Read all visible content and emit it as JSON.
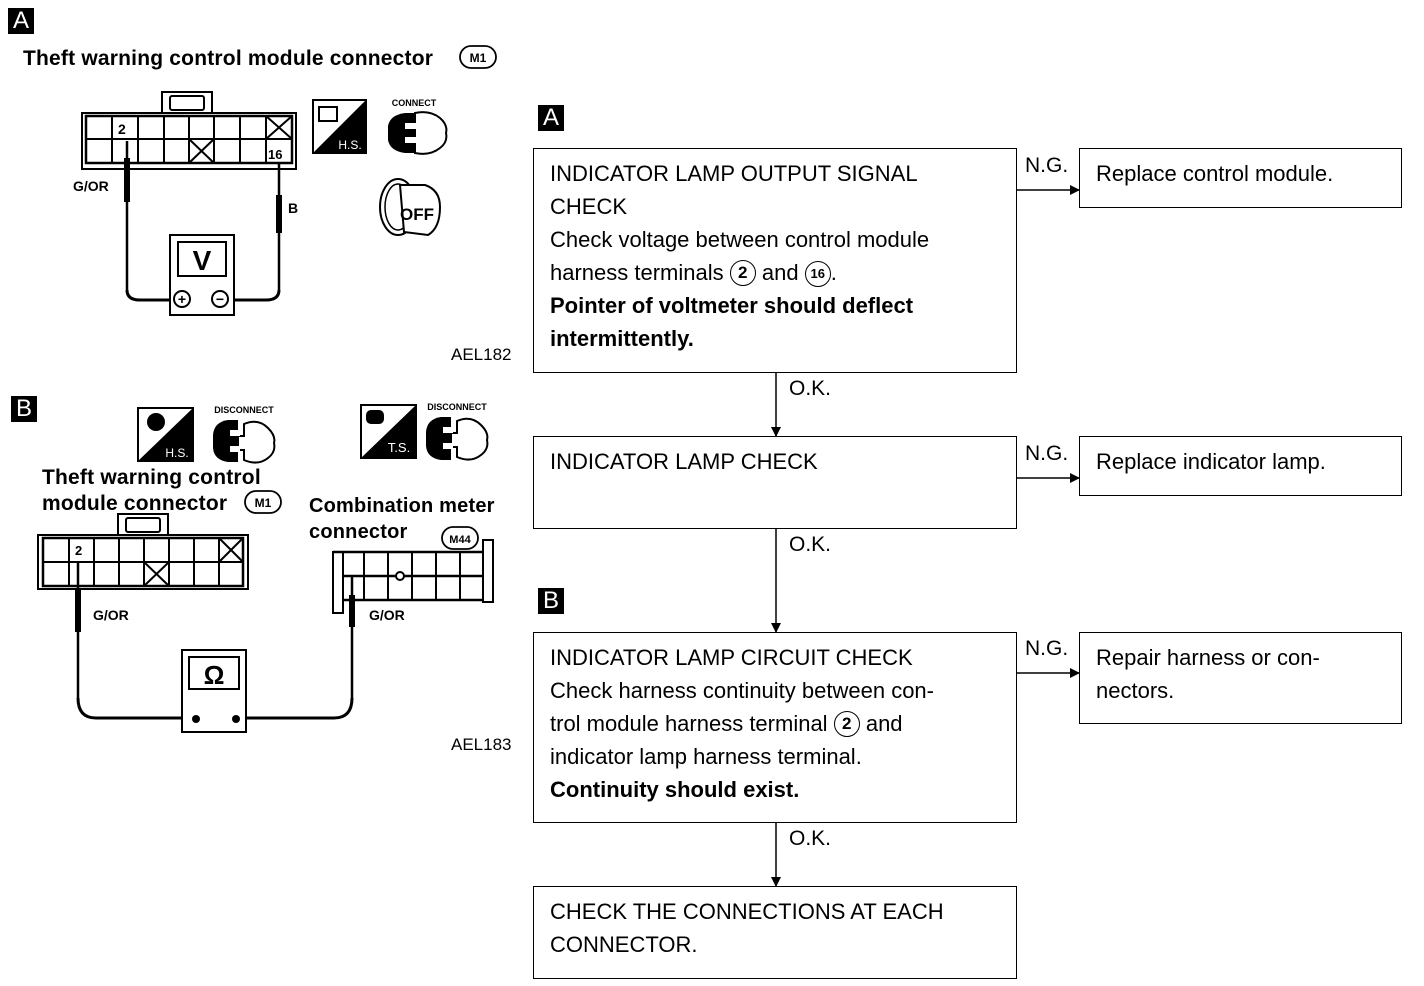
{
  "section_a": {
    "tag": "A",
    "title": "Theft warning control module connector",
    "connector_code": "M1",
    "terminal_pos": "2",
    "terminal_neg": "16",
    "wire_pos_color": "G/OR",
    "wire_neg_color": "B",
    "meter_symbol": "V",
    "meter_plus": "+",
    "meter_minus": "−",
    "icon_hs_label": "H.S.",
    "icon_connect_label": "CONNECT",
    "icon_ignition_label": "OFF",
    "figure_code": "AEL182"
  },
  "section_b": {
    "tag": "B",
    "module_title_line1": "Theft warning control",
    "module_title_line2": "module connector",
    "module_connector_code": "M1",
    "module_terminal": "2",
    "module_wire_color": "G/OR",
    "meter_title_line1": "Combination meter",
    "meter_title_line2": "connector",
    "meter_connector_code": "M44",
    "meter_wire_color": "G/OR",
    "meter_symbol": "Ω",
    "icon_hs_label": "H.S.",
    "icon_ts_label": "T.S.",
    "icon_disconnect_label_1": "DISCONNECT",
    "icon_disconnect_label_2": "DISCONNECT",
    "figure_code": "AEL183"
  },
  "flowchart": {
    "tag_a": "A",
    "tag_b": "B",
    "steps": [
      {
        "lines": [
          "INDICATOR LAMP OUTPUT SIGNAL",
          "CHECK",
          "Check voltage between control module",
          "harness terminals"
        ],
        "terminal_1": "2",
        "mid_text": "and",
        "terminal_2": "16",
        "bold_lines": [
          "Pointer of voltmeter should deflect",
          "intermittently."
        ],
        "ng_label": "N.G.",
        "ng_result": [
          "Replace control module."
        ],
        "ok_label": "O.K."
      },
      {
        "lines": [
          "INDICATOR LAMP CHECK"
        ],
        "ng_label": "N.G.",
        "ng_result": [
          "Replace indicator lamp."
        ],
        "ok_label": "O.K."
      },
      {
        "lines": [
          "INDICATOR LAMP CIRCUIT CHECK",
          "Check harness continuity between con-",
          "trol module harness terminal"
        ],
        "terminal_1": "2",
        "after_terminal": "and",
        "line_after": "indicator lamp harness terminal.",
        "bold_lines": [
          "Continuity should exist."
        ],
        "ng_label": "N.G.",
        "ng_result": [
          "Repair harness or con-",
          "nectors."
        ],
        "ok_label": "O.K."
      },
      {
        "lines": [
          "CHECK THE CONNECTIONS AT EACH",
          "CONNECTOR."
        ]
      }
    ]
  }
}
